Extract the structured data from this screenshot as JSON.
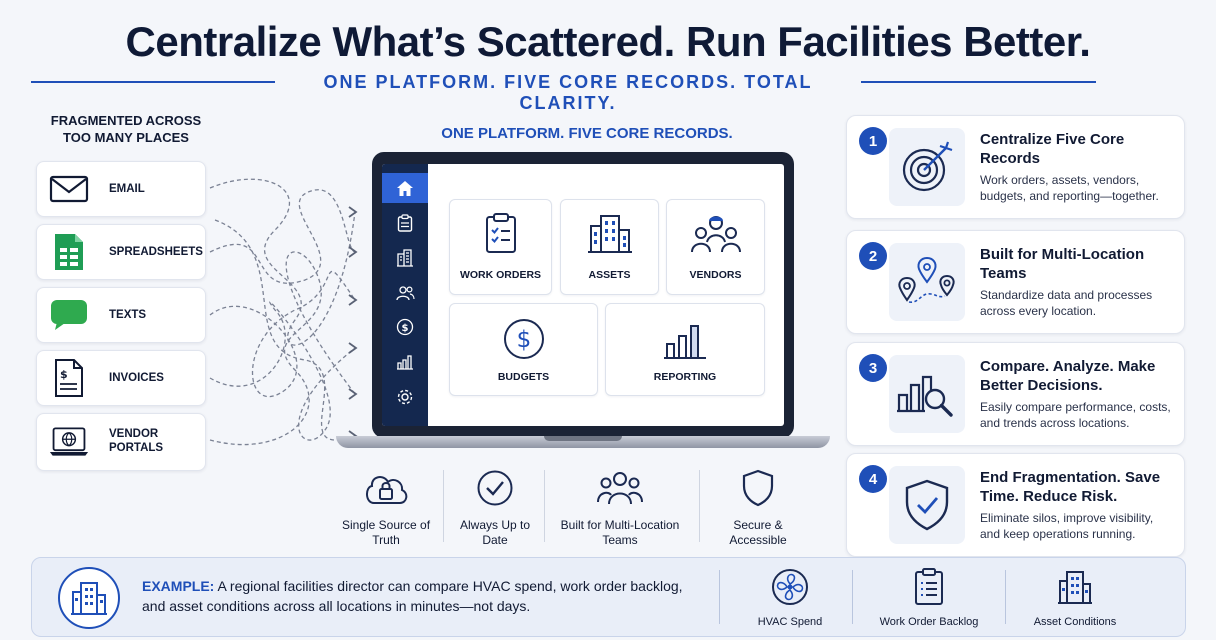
{
  "header": {
    "title": "Centralize What’s Scattered. Run Facilities Better.",
    "subtitle": "ONE PLATFORM. FIVE CORE RECORDS. TOTAL CLARITY."
  },
  "fragmented": {
    "title": "FRAGMENTED ACROSS TOO MANY PLACES",
    "sources": [
      {
        "label": "EMAIL",
        "icon": "envelope-icon"
      },
      {
        "label": "SPREADSHEETS",
        "icon": "spreadsheet-icon"
      },
      {
        "label": "TEXTS",
        "icon": "chat-bubble-icon"
      },
      {
        "label": "INVOICES",
        "icon": "invoice-icon"
      },
      {
        "label": "VENDOR PORTALS",
        "icon": "globe-monitor-icon"
      }
    ]
  },
  "platform": {
    "title": "ONE PLATFORM. FIVE CORE RECORDS.",
    "modules": [
      {
        "label": "WORK ORDERS",
        "icon": "clipboard-checklist-icon"
      },
      {
        "label": "ASSETS",
        "icon": "building-icon"
      },
      {
        "label": "VENDORS",
        "icon": "workers-icon"
      },
      {
        "label": "BUDGETS",
        "icon": "dollar-circle-icon"
      },
      {
        "label": "REPORTING",
        "icon": "bar-chart-icon"
      }
    ],
    "sidebar_icons": [
      "home-icon",
      "clipboard-icon",
      "building-icon",
      "users-icon",
      "dollar-icon",
      "chart-icon",
      "settings-icon"
    ]
  },
  "features": [
    {
      "label": "Single Source of Truth",
      "icon": "cloud-lock-icon"
    },
    {
      "label": "Always Up to Date",
      "icon": "check-circle-icon"
    },
    {
      "label": "Built for Multi-Location Teams",
      "icon": "team-icon"
    },
    {
      "label": "Secure & Accessible",
      "icon": "shield-icon"
    }
  ],
  "steps": [
    {
      "num": "1",
      "title": "Centralize Five Core Records",
      "desc": "Work orders, assets, vendors, budgets, and reporting—together.",
      "icon": "target-icon"
    },
    {
      "num": "2",
      "title": "Built for Multi-Location Teams",
      "desc": "Standardize data and processes across every location.",
      "icon": "map-pins-icon"
    },
    {
      "num": "3",
      "title": "Compare. Analyze. Make Better Decisions.",
      "desc": "Easily compare performance, costs, and trends across locations.",
      "icon": "chart-magnifier-icon"
    },
    {
      "num": "4",
      "title": "End Fragmentation. Save Time. Reduce Risk.",
      "desc": "Eliminate silos, improve visibility, and keep operations running.",
      "icon": "shield-check-icon"
    }
  ],
  "example": {
    "keyword": "EXAMPLE:",
    "text": " A regional facilities director can compare HVAC spend, work order backlog, and asset conditions across all locations in minutes—not days.",
    "items": [
      {
        "label": "HVAC Spend",
        "icon": "fan-icon"
      },
      {
        "label": "Work Order Backlog",
        "icon": "clipboard-list-icon"
      },
      {
        "label": "Asset Conditions",
        "icon": "building-icon"
      }
    ]
  },
  "colors": {
    "accent": "#1f4fb8",
    "navy": "#14284f",
    "text": "#111a33",
    "background": "#f4f6fa"
  }
}
